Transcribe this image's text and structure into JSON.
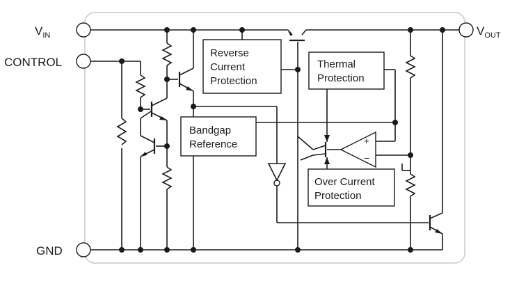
{
  "pins": {
    "vin": {
      "main": "V",
      "sub": "IN"
    },
    "control": "CONTROL",
    "gnd": "GND",
    "vout": {
      "main": "V",
      "sub": "OUT"
    }
  },
  "blocks": {
    "reverse_current": [
      "Reverse",
      "Current",
      "Protection"
    ],
    "thermal": [
      "Thermal",
      "Protection"
    ],
    "bandgap": [
      "Bandgap",
      "Reference"
    ],
    "over_current": [
      "Over Current",
      "Protection"
    ]
  },
  "opamp": {
    "plus": "+",
    "minus": "−"
  },
  "colors": {
    "ink": "#1a1a1a",
    "outline": "#c8c8c8",
    "background": "#ffffff"
  }
}
